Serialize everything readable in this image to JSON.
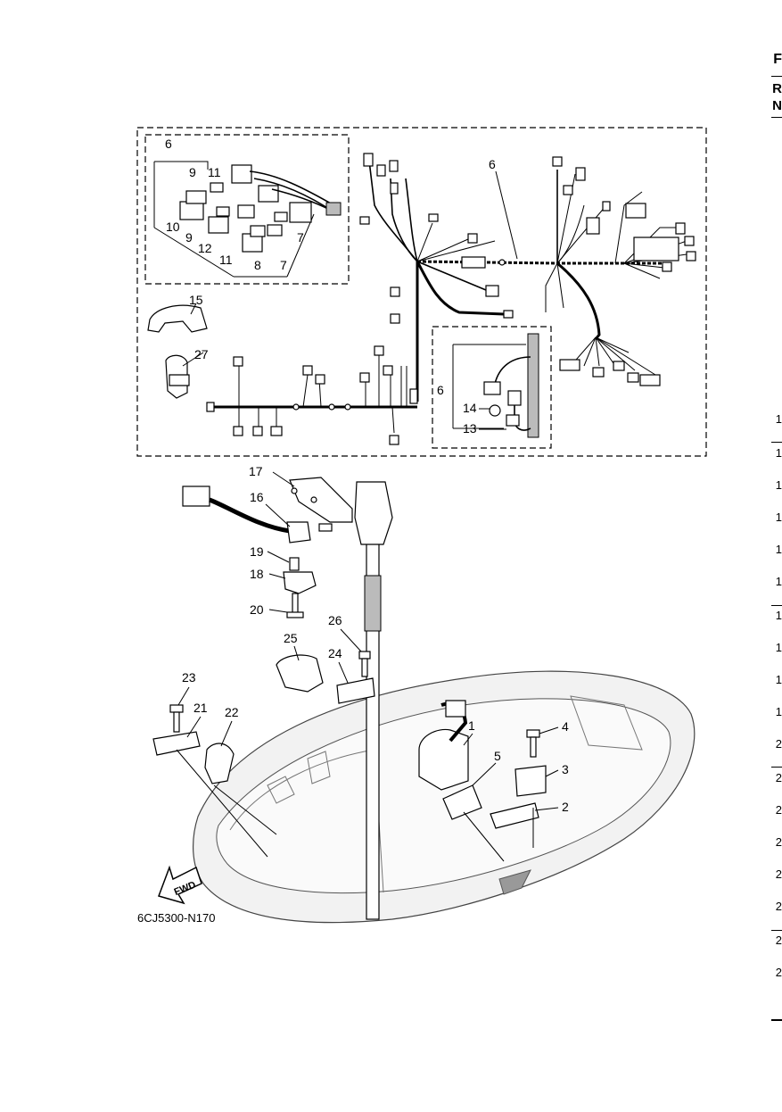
{
  "diagram": {
    "code": "6CJ5300-N170",
    "fwd_label": "FWD",
    "callouts_harness": [
      "6",
      "9",
      "11",
      "10",
      "9",
      "12",
      "11",
      "8",
      "7",
      "7",
      "15",
      "27",
      "6",
      "6",
      "14",
      "13"
    ],
    "callouts_lower": [
      "17",
      "16",
      "19",
      "18",
      "20",
      "26",
      "25",
      "24",
      "23",
      "21",
      "22",
      "1",
      "4",
      "5",
      "3",
      "2"
    ]
  },
  "edge": {
    "letters": [
      "F",
      "R",
      "N"
    ],
    "numbers": [
      "1",
      "1",
      "1",
      "1",
      "1",
      "1",
      "1",
      "1",
      "1",
      "1",
      "2",
      "2",
      "2",
      "2",
      "2",
      "2",
      "2",
      "2"
    ]
  }
}
